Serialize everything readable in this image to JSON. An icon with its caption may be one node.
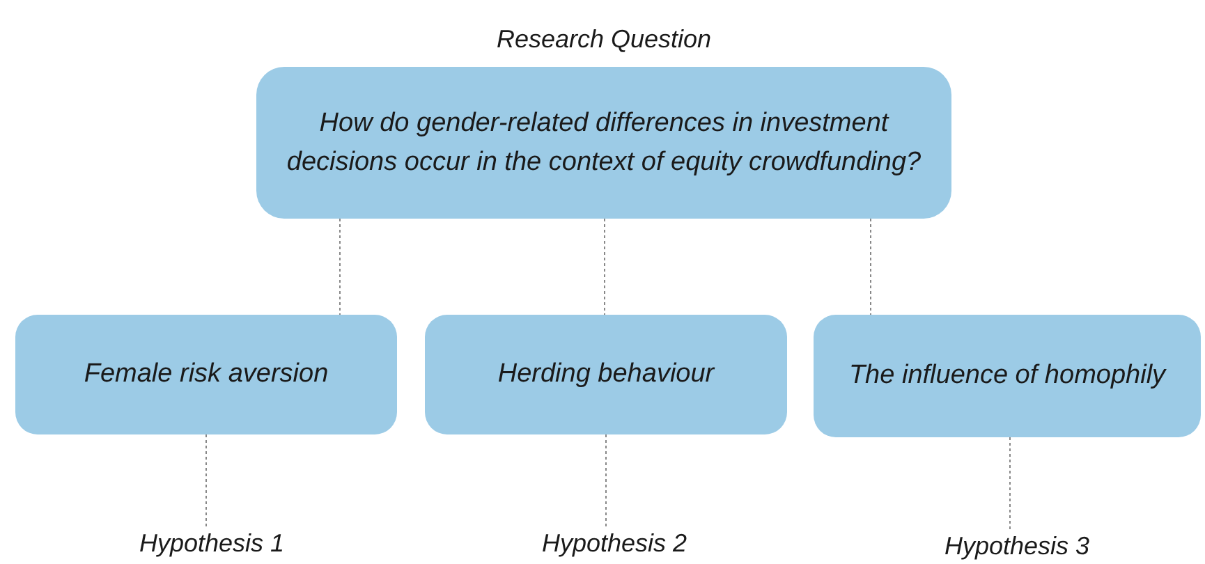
{
  "diagram": {
    "nodes": [
      {
        "text": [
          "Research Question",
          "How do gender-related differences in investment decisions occur in the context of equity crowdfunding?"
        ]
      },
      {
        "text": [
          "Female risk aversion"
        ]
      },
      {
        "text": [
          "Herding behaviour"
        ]
      },
      {
        "text": [
          "The influence of homophily"
        ]
      },
      {
        "text": [
          "Hypothesis 1"
        ]
      },
      {
        "text": [
          "Hypothesis 2"
        ]
      },
      {
        "text": [
          "Hypothesis 3"
        ]
      }
    ],
    "edges": [
      {
        "from": 0,
        "to": 1,
        "arrow": "none",
        "style": "dashed"
      },
      {
        "from": 0,
        "to": 2,
        "arrow": "none",
        "style": "dashed"
      },
      {
        "from": 0,
        "to": 3,
        "arrow": "none",
        "style": "dashed"
      },
      {
        "from": 1,
        "to": 4,
        "arrow": "none",
        "style": "dashed"
      },
      {
        "from": 2,
        "to": 5,
        "arrow": "none",
        "style": "dashed"
      },
      {
        "from": 3,
        "to": 6,
        "arrow": "none",
        "style": "dashed"
      }
    ]
  }
}
